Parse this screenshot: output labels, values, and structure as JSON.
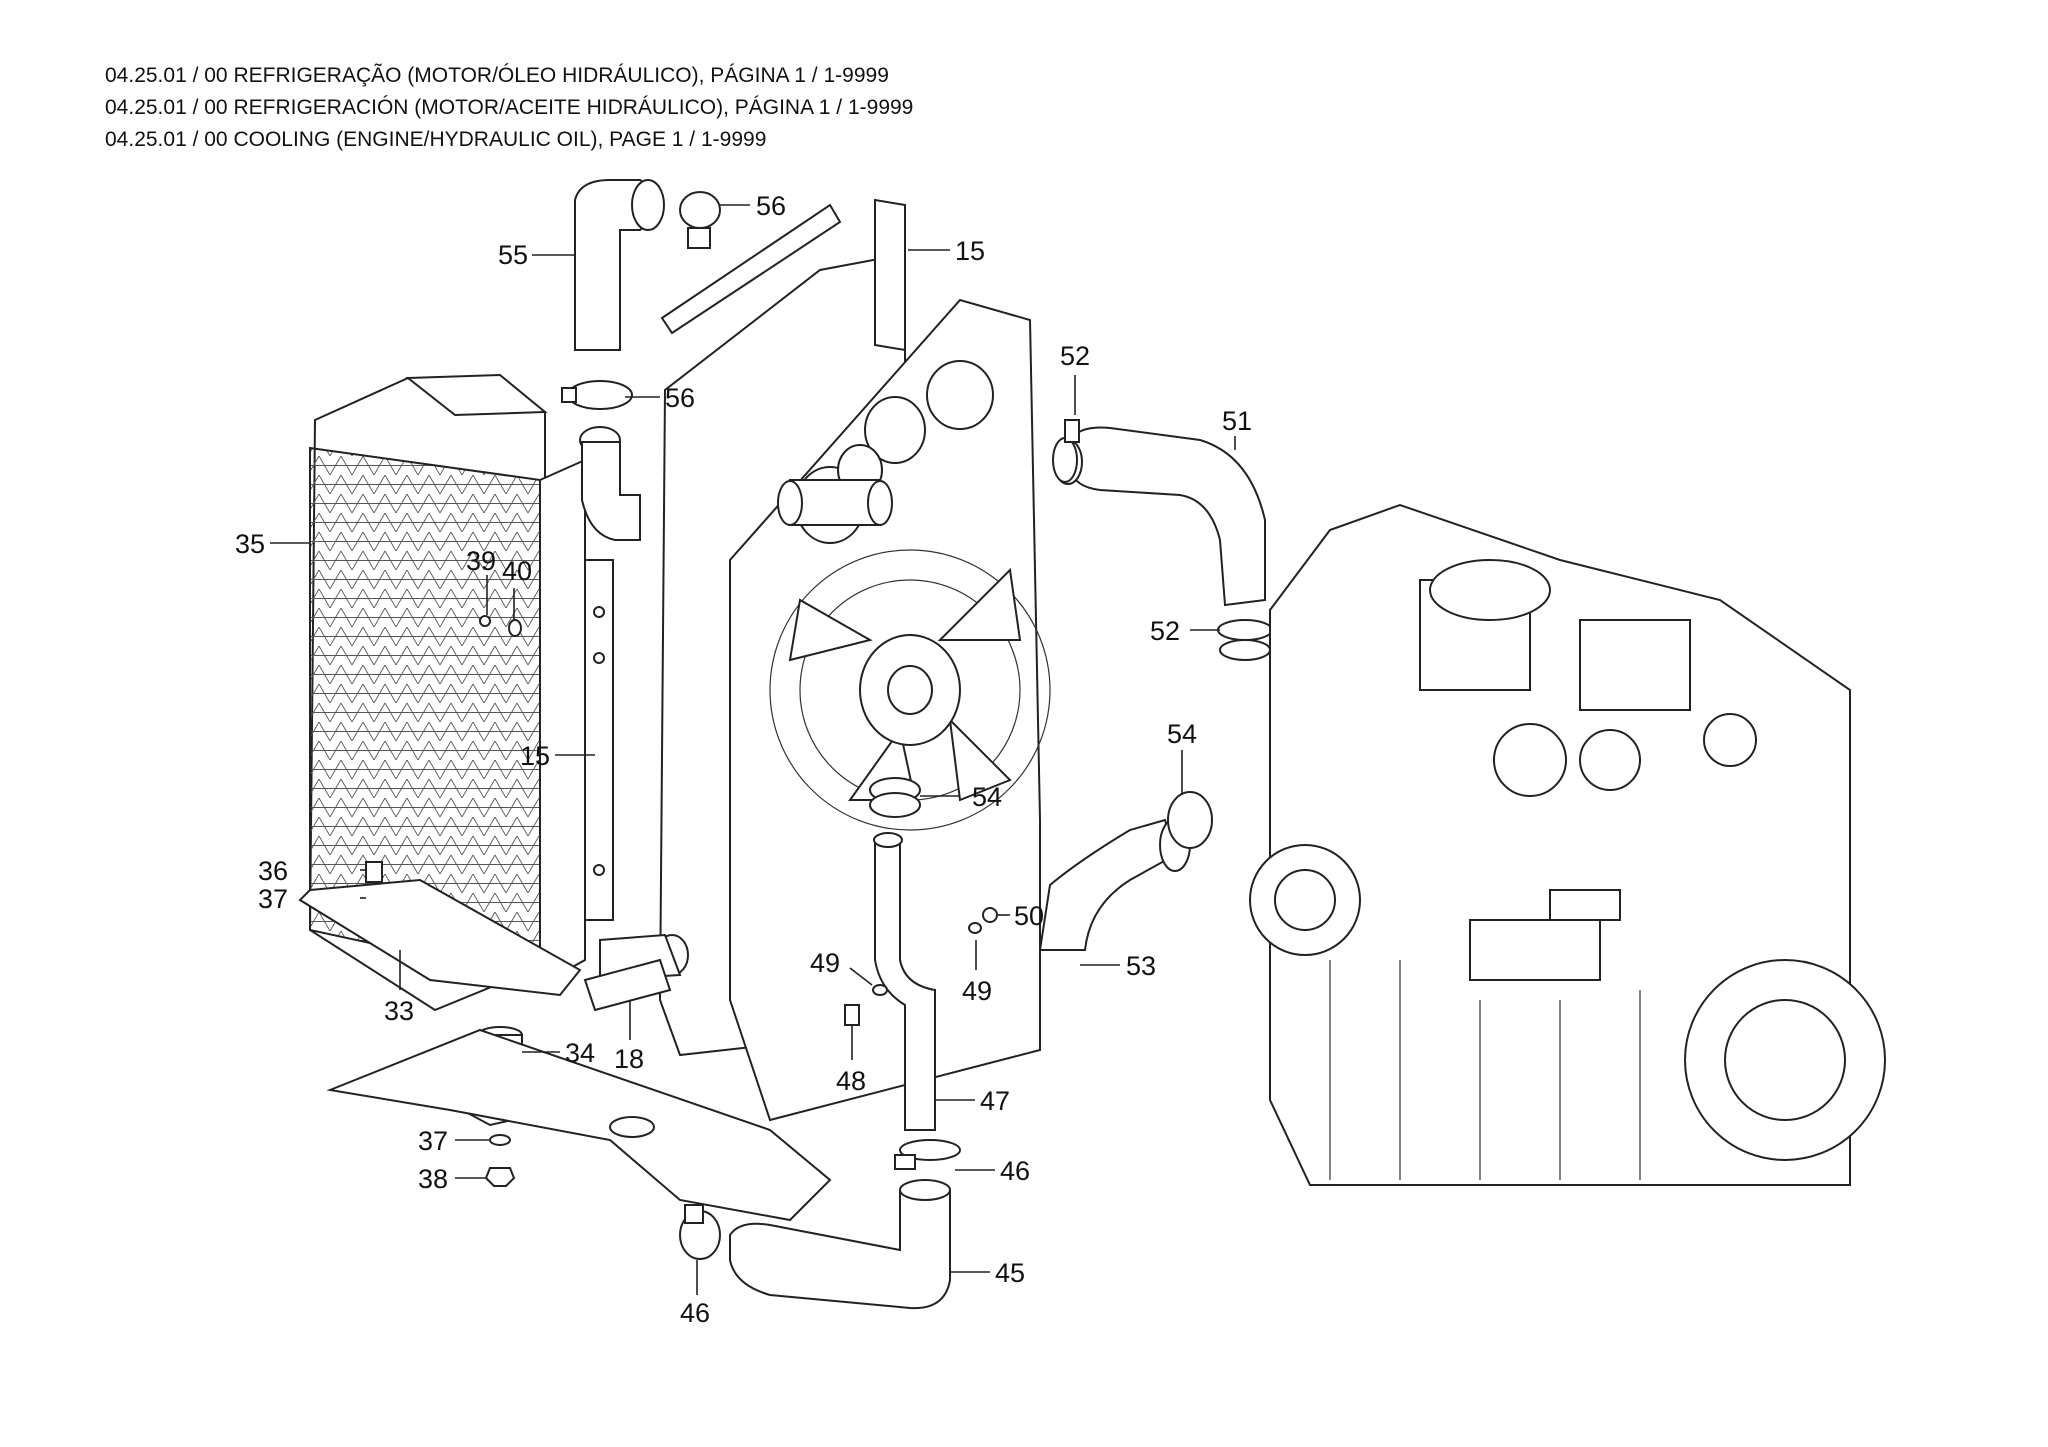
{
  "header": {
    "line_pt": "04.25.01 / 00 REFRIGERAÇÃO (MOTOR/ÓLEO HIDRÁULICO), PÁGINA 1 / 1-9999",
    "line_es": "04.25.01 / 00 REFRIGERACIÓN (MOTOR/ACEITE HIDRÁULICO), PÁGINA 1 / 1-9999",
    "line_en": "04.25.01 / 00 COOLING (ENGINE/HYDRAULIC OIL), PAGE 1 / 1-9999"
  },
  "callouts": {
    "c55": "55",
    "c56a": "56",
    "c56b": "56",
    "c15a": "15",
    "c15b": "15",
    "c52a": "52",
    "c52b": "52",
    "c51": "51",
    "c35": "35",
    "c39": "39",
    "c40": "40",
    "c54a": "54",
    "c54b": "54",
    "c36": "36",
    "c37a": "37",
    "c37b": "37",
    "c33": "33",
    "c18": "18",
    "c34": "34",
    "c38": "38",
    "c49a": "49",
    "c49b": "49",
    "c50": "50",
    "c53": "53",
    "c48": "48",
    "c47": "47",
    "c46a": "46",
    "c46b": "46",
    "c45": "45"
  }
}
